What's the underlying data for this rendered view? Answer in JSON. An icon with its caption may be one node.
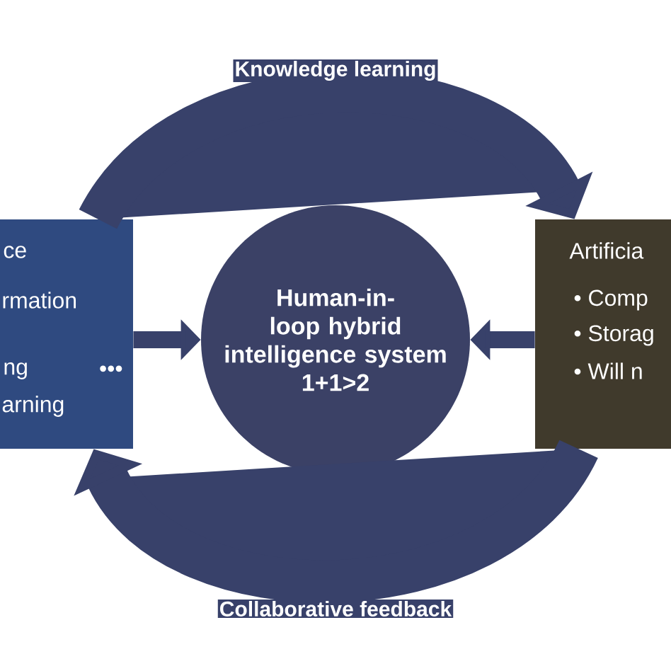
{
  "diagram": {
    "nodes": [
      {
        "text": [
          "ce",
          "rmation",
          "ng",
          "arning",
          "•••"
        ]
      },
      {
        "text": [
          "Human-in-loop hybrid intelligence system",
          "1+1>2"
        ]
      },
      {
        "text": [
          "Artificia",
          "• Comp",
          "• Storag",
          "• Will n"
        ]
      }
    ],
    "edges": [
      {
        "from": 0,
        "to": 1,
        "arrow": "to"
      },
      {
        "from": 2,
        "to": 1,
        "arrow": "to"
      },
      {
        "from": 0,
        "to": 2,
        "arrow": "to",
        "label": "Knowledge learning",
        "style": "thick"
      },
      {
        "from": 2,
        "to": 0,
        "arrow": "to",
        "label": "Collaborative feedback",
        "style": "thick"
      }
    ]
  }
}
